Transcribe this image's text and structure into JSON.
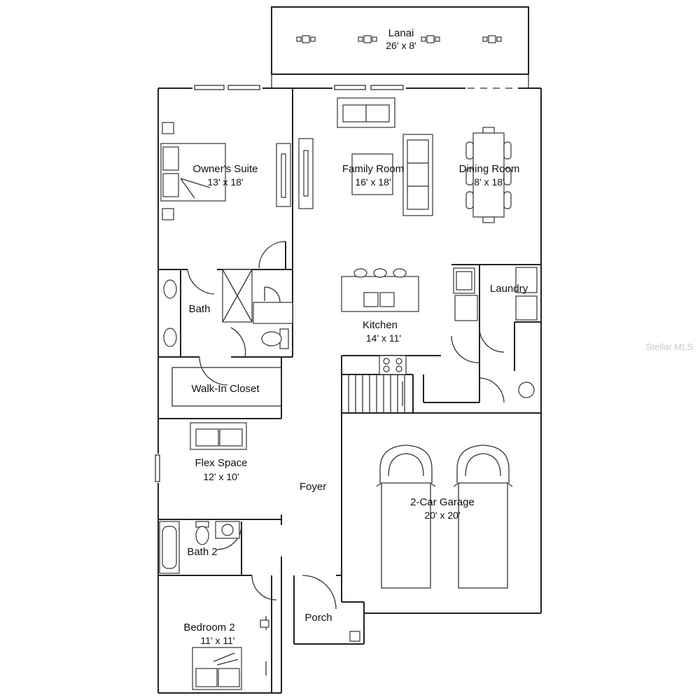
{
  "rooms": {
    "lanai": {
      "name": "Lanai",
      "dims": "26' x 8'"
    },
    "owners_suite": {
      "name": "Owner's Suite",
      "dims": "13' x 18'"
    },
    "family_room": {
      "name": "Family Room",
      "dims": "16' x 18'"
    },
    "dining_room": {
      "name": "Dining Room",
      "dims": "8' x 18'"
    },
    "bath": {
      "name": "Bath"
    },
    "laundry": {
      "name": "Laundry"
    },
    "kitchen": {
      "name": "Kitchen",
      "dims": "14' x 11'"
    },
    "walk_in_closet": {
      "name": "Walk-In Closet"
    },
    "flex_space": {
      "name": "Flex Space",
      "dims": "12' x 10'"
    },
    "foyer": {
      "name": "Foyer"
    },
    "garage": {
      "name": "2-Car Garage",
      "dims": "20' x 20'"
    },
    "bath2": {
      "name": "Bath 2"
    },
    "porch": {
      "name": "Porch"
    },
    "bedroom2": {
      "name": "Bedroom 2",
      "dims": "11' x 11'"
    }
  },
  "watermark": "Stellar MLS"
}
